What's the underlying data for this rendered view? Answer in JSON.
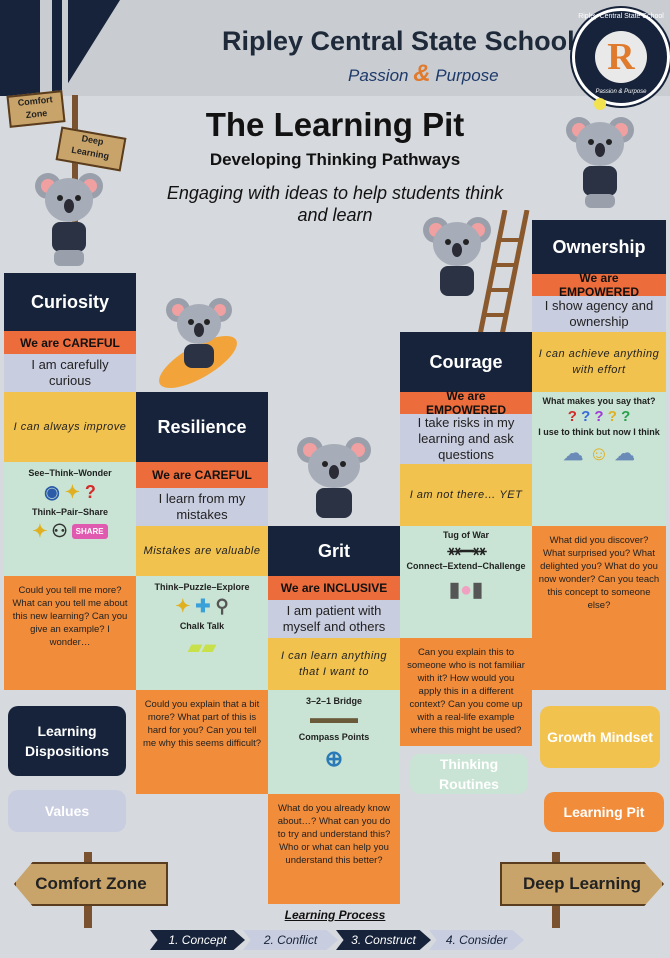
{
  "header": {
    "school": "Ripley Central State School",
    "tagline_1": "Passion",
    "tagline_amp": "&",
    "tagline_2": "Purpose",
    "logo_text_top": "Ripley Central State School",
    "logo_letter": "R",
    "logo_text_bottom": "Passion & Purpose"
  },
  "title": "The Learning Pit",
  "subtitle": "Developing Thinking Pathways",
  "intro": "Engaging with ideas to help students think and learn",
  "signs": {
    "comfort_zone_small": "Comfort Zone",
    "deep_learning_small": "Deep Learning",
    "comfort_zone": "Comfort Zone",
    "deep_learning": "Deep Learning"
  },
  "columns": [
    {
      "heading": "Curiosity",
      "we_are": "We are CAREFUL",
      "statement": "I am carefully curious",
      "mindset": "I can always improve",
      "routines": [
        "See–Think–Wonder",
        "Think–Pair–Share"
      ],
      "share_label": "SHARE",
      "questions": "Could you tell me more? What can you tell me about this new learning? Can you give an example? I wonder…"
    },
    {
      "heading": "Resilience",
      "we_are": "We are CAREFUL",
      "statement": "I learn from my mistakes",
      "mindset": "Mistakes are valuable",
      "routines": [
        "Think–Puzzle–Explore",
        "Chalk Talk"
      ],
      "questions": "Could you explain that a bit more? What part of this is hard for you? Can you tell me why this seems difficult?"
    },
    {
      "heading": "Grit",
      "we_are": "We are INCLUSIVE",
      "statement": "I am patient with myself and others",
      "mindset": "I can learn anything that I want to",
      "routines": [
        "3–2–1 Bridge",
        "Compass Points"
      ],
      "questions": "What do you already know about…? What can you do to try and understand this? Who or what can help you understand this better?"
    },
    {
      "heading": "Courage",
      "we_are": "We are EMPOWERED",
      "statement": "I take risks in my learning and ask questions",
      "mindset": "I am not there… YET",
      "routines": [
        "Tug of War",
        "Connect–Extend–Challenge"
      ],
      "questions": "Can you explain this to someone who is not familiar with it? How would you apply this in a different context? Can you come up with a real-life example where this might be used?"
    },
    {
      "heading": "Ownership",
      "we_are": "We are EMPOWERED",
      "statement": "I show agency and ownership",
      "mindset": "I can achieve anything with effort",
      "routines": [
        "What makes you say that?",
        "I use to think but now I think"
      ],
      "questions": "What did you discover? What surprised you? What delighted you? What do you now wonder? Can you teach this concept to someone else?"
    }
  ],
  "legend": {
    "learning_dispositions": "Learning Dispositions",
    "values": "Values",
    "growth_mindset": "Growth Mindset",
    "thinking_routines": "Thinking Routines",
    "learning_pit": "Learning Pit"
  },
  "process": {
    "title": "Learning Process",
    "steps": [
      "1. Concept",
      "2. Conflict",
      "3. Construct",
      "4. Consider"
    ]
  },
  "colors": {
    "navy": "#16233a",
    "orange": "#ec6c3b",
    "lavender": "#c9cde0",
    "yellow": "#f2c24e",
    "mint": "#c9e4d4",
    "questions_orange": "#f08c3a"
  }
}
